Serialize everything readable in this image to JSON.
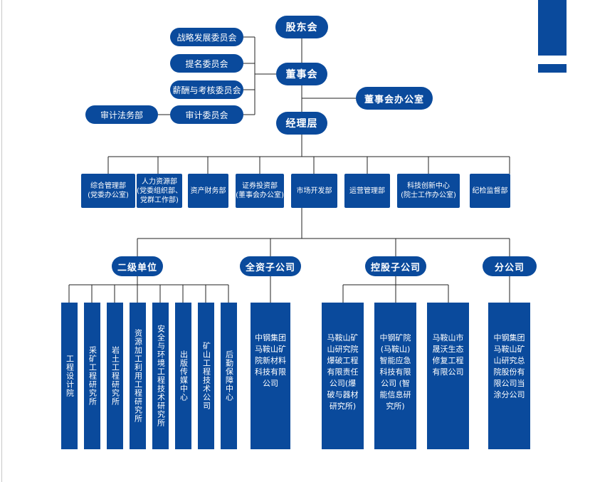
{
  "top": {
    "shareholders": "股东会",
    "board": "董事会",
    "board_office": "董事会办公室",
    "management": "经理层"
  },
  "committees": [
    "战略发展委员会",
    "提名委员会",
    "薪酬与考核委员会",
    "审计委员会"
  ],
  "audit_legal": "审计法务部",
  "departments": [
    {
      "line1": "综合管理部",
      "line2": "(党委办公室)"
    },
    {
      "line1": "人力资源部",
      "line2": "(党委组织部、",
      "line3": "党群工作部)"
    },
    {
      "line1": "资产财务部"
    },
    {
      "line1": "证券投资部",
      "line2": "(董事会办公室)"
    },
    {
      "line1": "市场开发部"
    },
    {
      "line1": "运营管理部"
    },
    {
      "line1": "科技创新中心",
      "line2": "(院士工作办公室)"
    },
    {
      "line1": "纪检监督部"
    }
  ],
  "categories": [
    "二级单位",
    "全资子公司",
    "控股子公司",
    "分公司"
  ],
  "secondary_units": [
    "工程设计院",
    "采矿工程研究所",
    "岩土工程研究所",
    "资源加工利用工程研究所",
    "安全与环境工程技术研究所",
    "出版传媒中心",
    "矿山工程技术公司",
    "后勤保障中心"
  ],
  "wholly_owned": [
    {
      "lines": [
        "中钢集团",
        "马鞍山矿",
        "院新材料",
        "科技有限",
        "公司"
      ]
    }
  ],
  "holding": [
    {
      "lines": [
        "马鞍山矿",
        "山研究院",
        "爆破工程",
        "有限责任",
        "公司(爆",
        "破与器材",
        "研究所)"
      ]
    },
    {
      "lines": [
        "中钢矿院",
        "(马鞍山)",
        "智能应急",
        "科技有限",
        "公司 (智",
        "能信息研",
        "究所)"
      ]
    },
    {
      "lines": [
        "马鞍山市",
        "晟沃生态",
        "修复工程",
        "有限公司"
      ]
    }
  ],
  "branch": [
    {
      "lines": [
        "中钢集团",
        "马鞍山矿",
        "山研究总",
        "院股份有",
        "限公司当",
        "涂分公司"
      ]
    }
  ],
  "colors": {
    "box": "#0a4a9c",
    "line": "#222222"
  }
}
